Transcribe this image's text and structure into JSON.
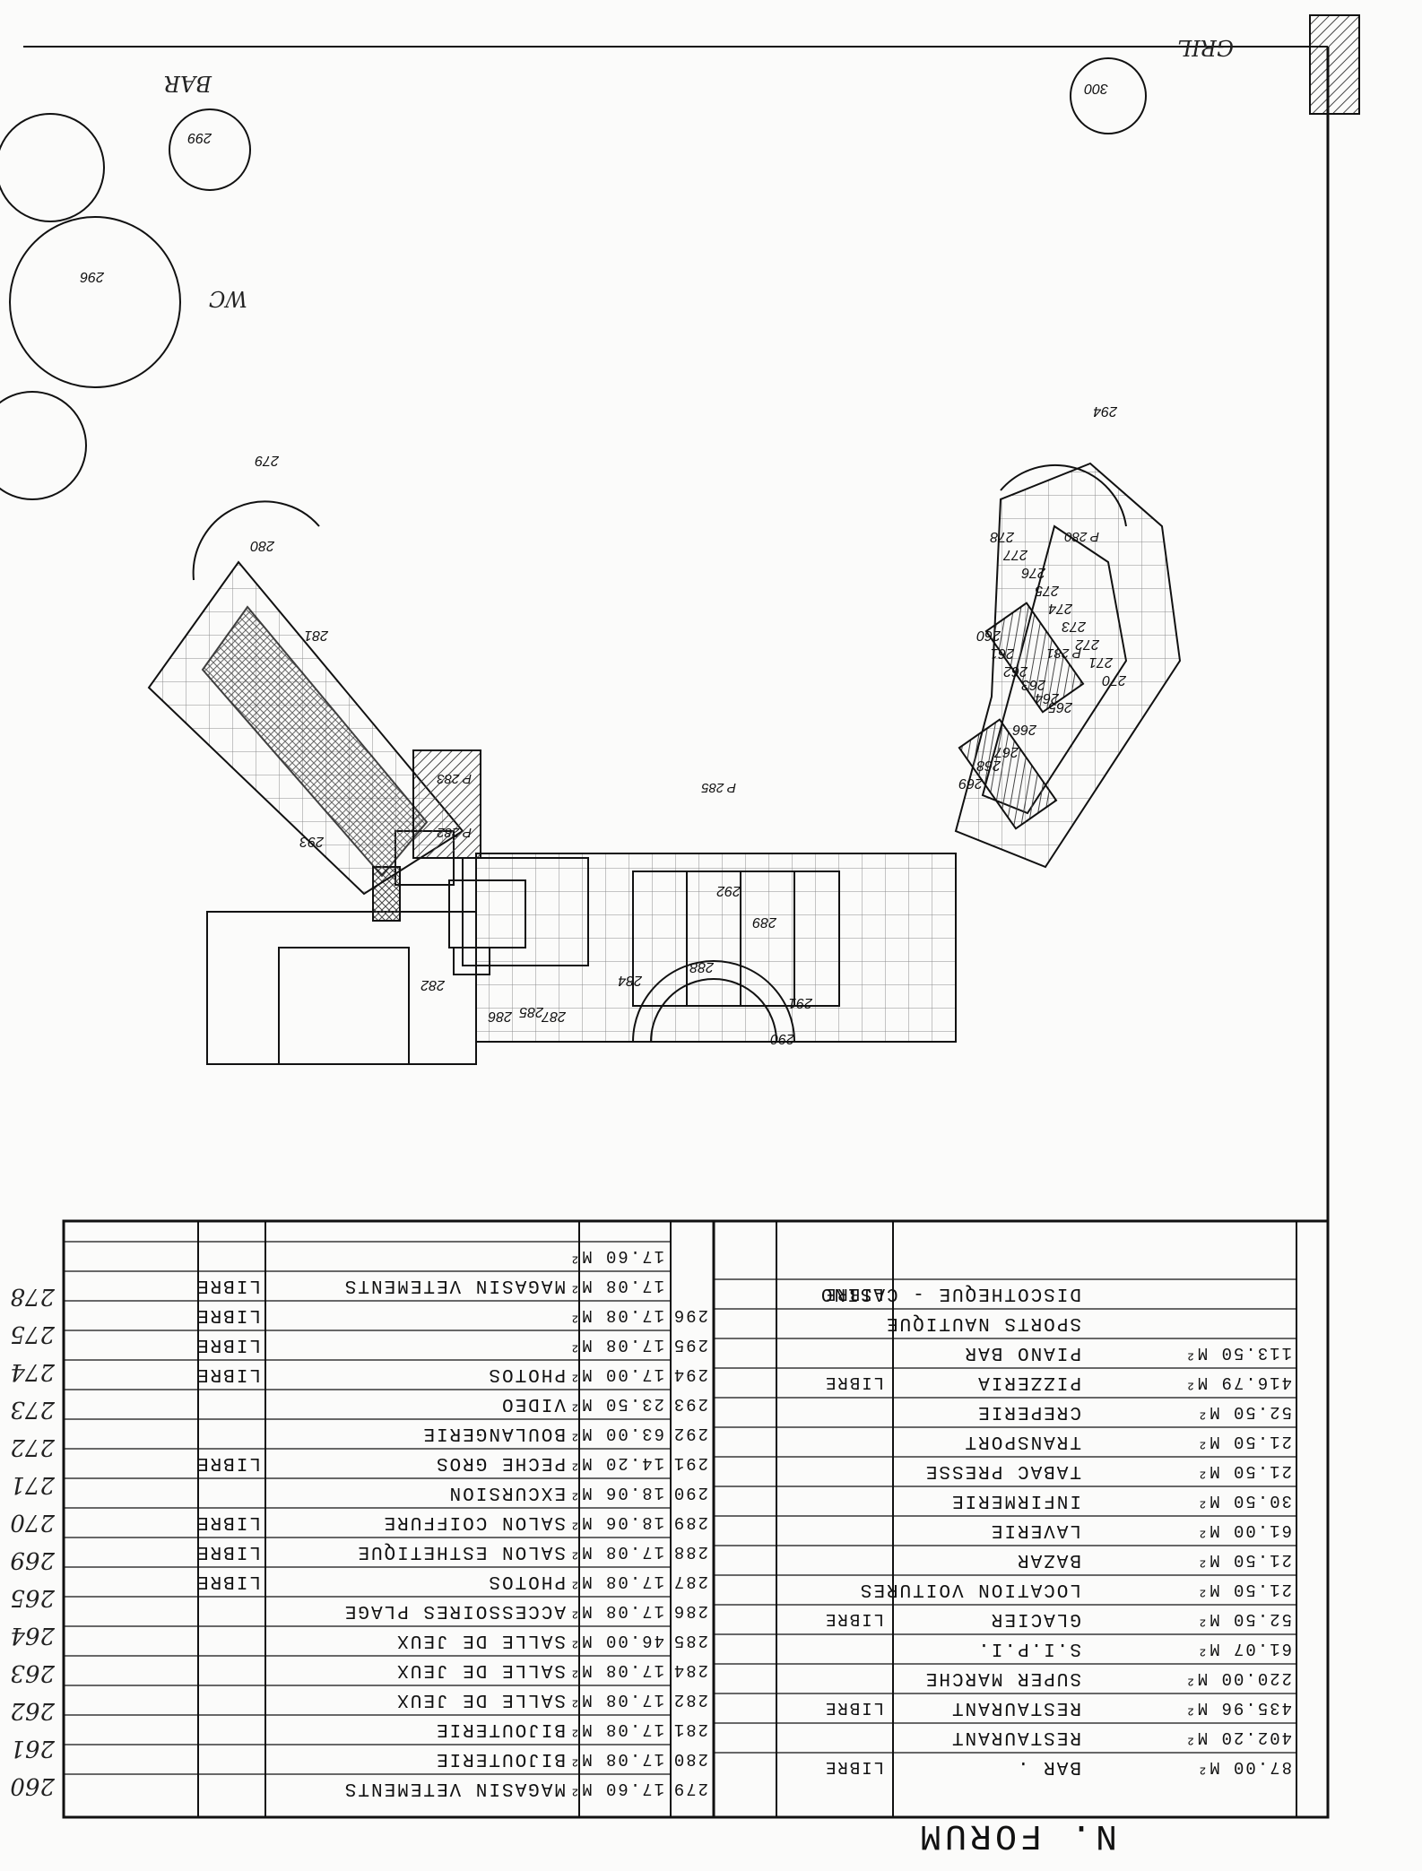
{
  "title": "N. FORUM",
  "plan": {
    "rooms": [
      "260",
      "261",
      "262",
      "263",
      "264",
      "265",
      "266",
      "267",
      "268",
      "269",
      "270",
      "271",
      "272",
      "273",
      "274",
      "275",
      "276",
      "277",
      "278",
      "279",
      "280",
      "281",
      "282",
      "284",
      "285",
      "286",
      "287",
      "288",
      "289",
      "290",
      "291",
      "292",
      "293",
      "294",
      "296",
      "299",
      "300"
    ],
    "hatched_labels": [
      "P 283",
      "P 282",
      "P 285",
      "P 281",
      "P 280"
    ],
    "handwritten_top": [
      "BAR",
      "GRIL",
      "WC"
    ]
  },
  "table": {
    "left_rows": [
      {
        "text": "MAGASIN VETEMENTS",
        "status": "",
        "area": "17.60 M²",
        "num": "279"
      },
      {
        "text": "BIJOUTERIE",
        "status": "",
        "area": "17.08 M²",
        "num": "280"
      },
      {
        "text": "BIJOUTERIE",
        "status": "",
        "area": "17.08 M²",
        "num": "281"
      },
      {
        "text": "SALLE DE JEUX",
        "status": "",
        "area": "17.08 M²",
        "num": "282"
      },
      {
        "text": "SALLE DE JEUX",
        "status": "",
        "area": "17.08 M²",
        "num": "284"
      },
      {
        "text": "SALLE DE JEUX",
        "status": "",
        "area": "46.00 M²",
        "num": "285"
      },
      {
        "text": "ACCESSOIRES PLAGE",
        "status": "",
        "area": "17.08 M²",
        "num": "286"
      },
      {
        "text": "PHOTOS",
        "status": "LIBRE",
        "area": "17.08 M²",
        "num": "287"
      },
      {
        "text": "SALON ESTHETIQUE",
        "status": "LIBRE",
        "area": "17.08 M²",
        "num": "288"
      },
      {
        "text": "SALON COIFFURE",
        "status": "LIBRE",
        "area": "18.06 M²",
        "num": "289"
      },
      {
        "text": "EXCURSION",
        "status": "",
        "area": "18.06 M²",
        "num": "290"
      },
      {
        "text": "PECHE GROS",
        "status": "LIBRE",
        "area": "14.20 M²",
        "num": "291"
      },
      {
        "text": "BOULANGERIE",
        "status": "",
        "area": "63.00 M²",
        "num": "292"
      },
      {
        "text": "VIDEO",
        "status": "",
        "area": "23.50 M²",
        "num": "293"
      },
      {
        "text": "PHOTOS",
        "status": "LIBRE",
        "area": "17.00 M²",
        "num": "294"
      },
      {
        "text": "",
        "status": "LIBRE",
        "area": "17.08 M²",
        "num": "295"
      },
      {
        "text": "",
        "status": "LIBRE",
        "area": "17.08 M²",
        "num": "296"
      },
      {
        "text": "MAGASIN VETEMENTS",
        "status": "LIBRE",
        "area": "17.08 M²",
        "num": ""
      },
      {
        "text": "",
        "status": "",
        "area": "17.60 M²",
        "num": ""
      }
    ],
    "right_rows": [
      {
        "text": "BAR .",
        "status": "LIBRE",
        "area": "87.00 M²"
      },
      {
        "text": "RESTAURANT",
        "status": "",
        "area": "402.20 M²"
      },
      {
        "text": "RESTAURANT",
        "status": "LIBRE",
        "area": "435.96 M²"
      },
      {
        "text": "SUPER MARCHE",
        "status": "",
        "area": "220.00 M²"
      },
      {
        "text": "S.I.P.I.",
        "status": "",
        "area": "61.07 M²"
      },
      {
        "text": "GLACIER",
        "status": "LIBRE",
        "area": "52.50 M²"
      },
      {
        "text": "LOCATION VOITURES",
        "status": "",
        "area": "21.50 M²"
      },
      {
        "text": "BAZAR",
        "status": "",
        "area": "21.50 M²"
      },
      {
        "text": "LAVERIE",
        "status": "",
        "area": "61.00 M²"
      },
      {
        "text": "INFIRMERIE",
        "status": "",
        "area": "30.50 M²"
      },
      {
        "text": "TABAC PRESSE",
        "status": "",
        "area": "21.50 M²"
      },
      {
        "text": "TRANSPORT",
        "status": "",
        "area": "21.50 M²"
      },
      {
        "text": "CREPERIE",
        "status": "",
        "area": "52.50 M²"
      },
      {
        "text": "PIZZERIA",
        "status": "LIBRE",
        "area": "416.79 M²"
      },
      {
        "text": "PIANO BAR",
        "status": "",
        "area": "113.50 M²"
      },
      {
        "text": "SPORTS NAUTIQUE",
        "status": "",
        "area": ""
      },
      {
        "text": "DISCOTHEQUE - CASINO",
        "status": "LIBRE",
        "area": ""
      }
    ],
    "handwritten_margin": [
      "260",
      "261",
      "262",
      "263",
      "264",
      "265",
      "269",
      "270",
      "271",
      "272",
      "273",
      "274",
      "275",
      "278"
    ]
  },
  "colors": {
    "ink": "#111111",
    "hatch": "#444444",
    "paper": "#fbfbfa"
  }
}
